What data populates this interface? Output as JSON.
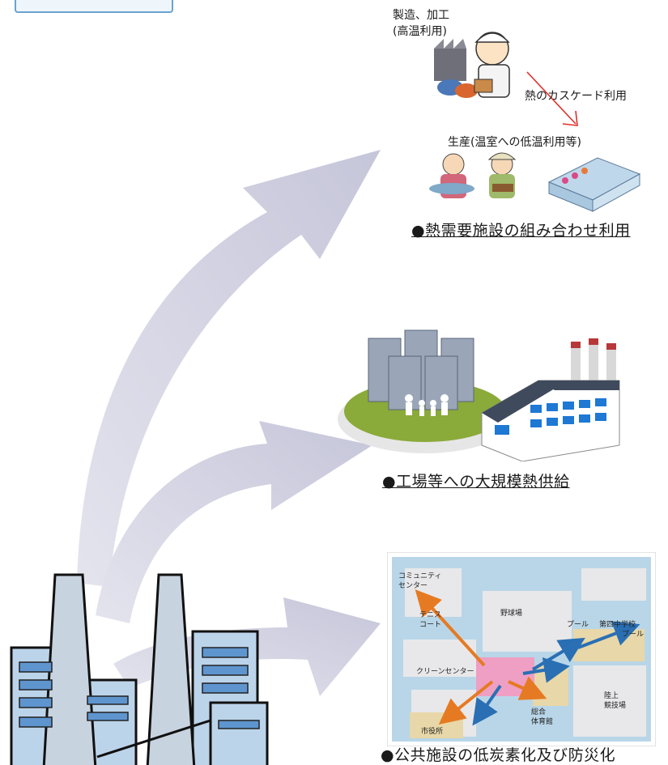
{
  "diagram": {
    "labels": {
      "manufacturing_line1": "製造、加工",
      "manufacturing_line2": "(高温利用)",
      "cascade": "熱のカスケード利用",
      "production": "生産(温室への低温利用等)"
    },
    "captions": {
      "combined_use": "●熱需要施設の組み合わせ利用",
      "factory_supply": "●工場等への大規模熱供給",
      "public_facilities": "●公共施設の低炭素化及び防災化"
    },
    "map_labels": {
      "community_center": [
        "コミュニティ",
        "センター"
      ],
      "tennis_court": [
        "テニス",
        "コート"
      ],
      "baseball": "野球場",
      "pool": "プール",
      "school_pool": [
        "第四中学校",
        "プール"
      ],
      "clean_center": "クリーンセンター",
      "city_hall": "市役所",
      "gym": [
        "総合",
        "体育館"
      ],
      "athletics": [
        "陸上",
        "競技場"
      ]
    },
    "colors": {
      "big_arrow": "#c9c9dc",
      "cascade_arrow": "#e0302a",
      "map_orange": "#e67a22",
      "map_blue": "#2a6fb4",
      "clean_center_fill": "#ef9fc3"
    }
  }
}
